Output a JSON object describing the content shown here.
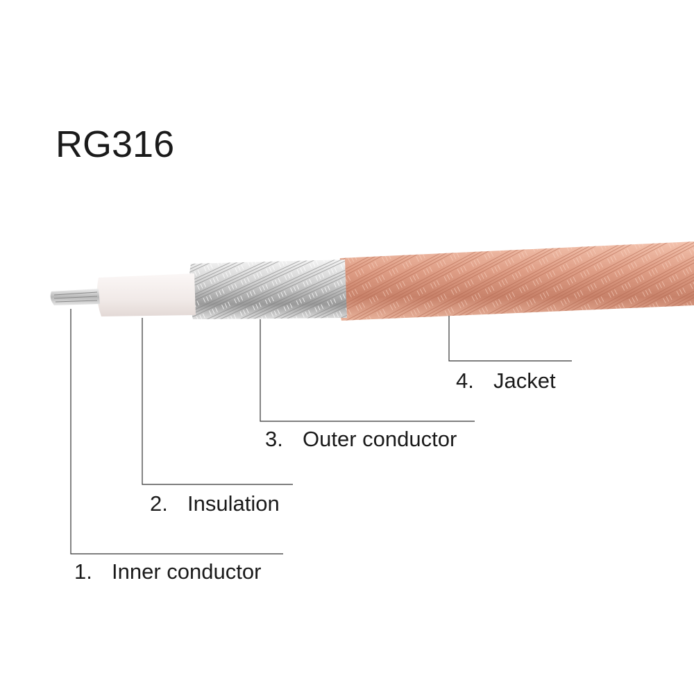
{
  "title": "RG316",
  "labels": [
    {
      "number": "1.",
      "text": "Inner conductor"
    },
    {
      "number": "2.",
      "text": "Insulation"
    },
    {
      "number": "3.",
      "text": "Outer conductor"
    },
    {
      "number": "4.",
      "text": "Jacket"
    }
  ],
  "colors": {
    "jacket": "#d9957a",
    "braid": "#c8c8c8",
    "insulation": "#f2ecea",
    "leader_line": "#333333"
  }
}
